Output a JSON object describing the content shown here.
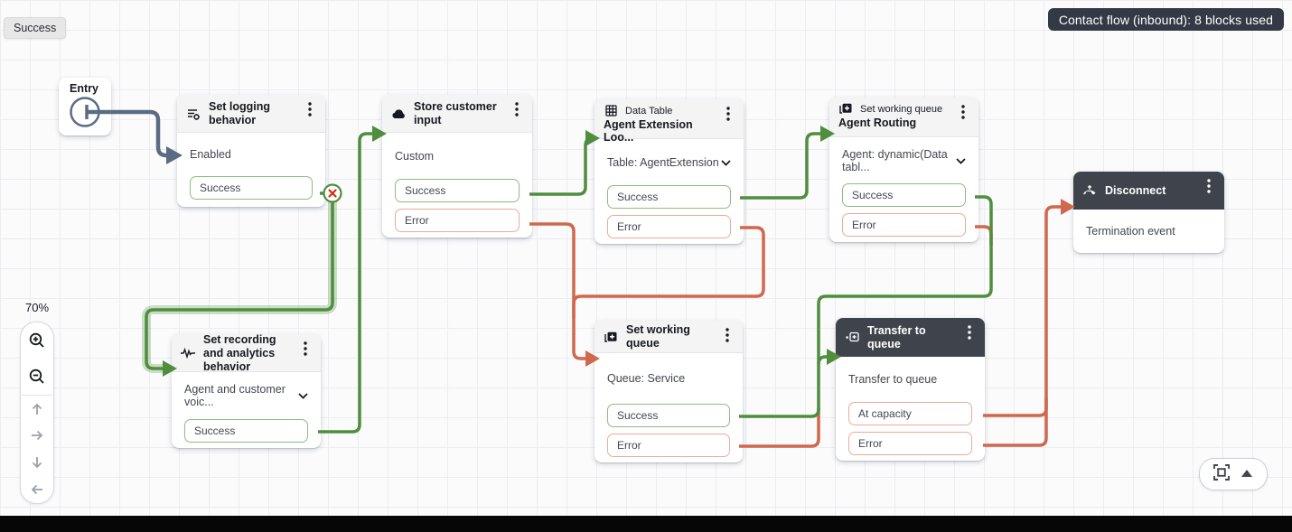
{
  "badge": {
    "text": "Contact flow (inbound): 8 blocks used"
  },
  "edge_tooltip": {
    "text": "Success"
  },
  "zoom": {
    "level": "70%"
  },
  "entry": {
    "label": "Entry"
  },
  "blocks": {
    "set_logging": {
      "title": "Set logging behavior",
      "param": "Enabled",
      "ports": {
        "success": "Success"
      }
    },
    "store_input": {
      "title": "Store customer input",
      "param": "Custom",
      "ports": {
        "success": "Success",
        "error": "Error"
      }
    },
    "agent_extension": {
      "category": "Data Table",
      "title": "Agent Extension Loo...",
      "param": "Table: AgentExtension",
      "ports": {
        "success": "Success",
        "error": "Error"
      }
    },
    "agent_routing": {
      "category": "Set working queue",
      "title": "Agent Routing",
      "param": "Agent: dynamic(Data tabl...",
      "ports": {
        "success": "Success",
        "error": "Error"
      }
    },
    "disconnect": {
      "title": "Disconnect",
      "param": "Termination event"
    },
    "set_recording": {
      "title": "Set recording and analytics behavior",
      "param": "Agent and customer voic...",
      "ports": {
        "success": "Success"
      }
    },
    "set_working_queue": {
      "title": "Set working queue",
      "param": "Queue: Service",
      "ports": {
        "success": "Success",
        "error": "Error"
      }
    },
    "transfer": {
      "title": "Transfer to queue",
      "param": "Transfer to queue",
      "ports": {
        "at_capacity": "At capacity",
        "error": "Error"
      }
    }
  },
  "colors": {
    "success_line": "#4e8e3e",
    "error_line": "#d0684d",
    "entry_line": "#5b6b84",
    "dark_header": "#3f444c",
    "badge_bg": "#333945",
    "delete_x": "#d13212"
  },
  "icons": {
    "set_logging": "settings-lines-gear-icon",
    "store_input": "cloud-icon",
    "agent_extension": "data-table-grid-icon",
    "agent_routing": "set-working-queue-icon",
    "set_working_queue": "set-working-queue-icon",
    "transfer": "transfer-queue-icon",
    "disconnect": "phone-disconnect-icon",
    "set_recording": "waveform-icon",
    "kebab": "kebab-menu-icon",
    "chevron": "chevron-down-icon",
    "zoom_in": "zoom-in-icon",
    "zoom_out": "zoom-out-icon",
    "fit": "fit-to-screen-icon",
    "collapse": "triangle-up-icon"
  }
}
